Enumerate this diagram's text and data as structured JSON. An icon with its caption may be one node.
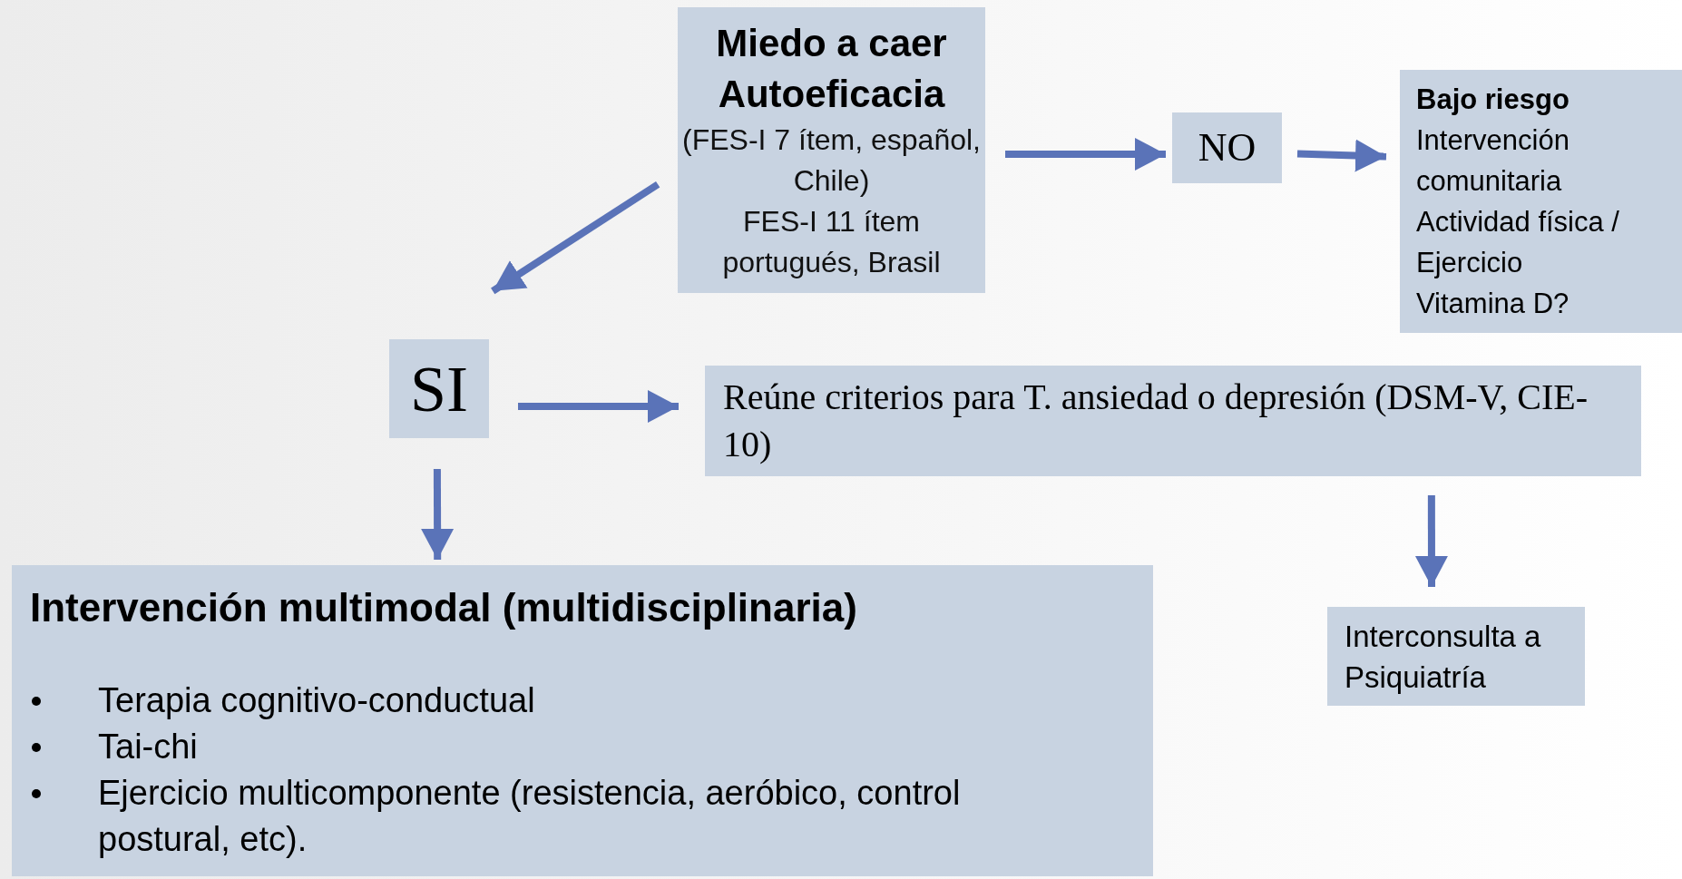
{
  "diagram": {
    "nodes": [
      {
        "text": [
          "Miedo a caer",
          "Autoeficacia",
          "(FES-I 7 ítem, español, Chile)",
          "FES-I 11 ítem portugués, Brasil"
        ]
      },
      {
        "text": [
          "NO"
        ]
      },
      {
        "text": [
          "Bajo riesgo",
          "Intervención comunitaria",
          "Actividad física / Ejercicio",
          "Vitamina D?"
        ]
      },
      {
        "text": [
          "SI"
        ]
      },
      {
        "text": [
          "Reúne criterios para T. ansiedad o depresión (DSM-V, CIE-10)"
        ]
      },
      {
        "text": [
          "Intervención multimodal (multidisciplinaria)",
          "Terapia cognitivo-conductual",
          "Tai-chi",
          "Ejercicio multicomponente (resistencia, aeróbico, control postural, etc)."
        ]
      },
      {
        "text": [
          "Interconsulta a Psiquiatría"
        ]
      }
    ],
    "edges": [
      {
        "from": 0,
        "to": 3,
        "arrow": "to"
      },
      {
        "from": 0,
        "to": 1,
        "arrow": "to"
      },
      {
        "from": 1,
        "to": 2,
        "arrow": "to"
      },
      {
        "from": 3,
        "to": 4,
        "arrow": "to"
      },
      {
        "from": 3,
        "to": 5,
        "arrow": "to"
      },
      {
        "from": 4,
        "to": 6,
        "arrow": "to"
      }
    ]
  }
}
